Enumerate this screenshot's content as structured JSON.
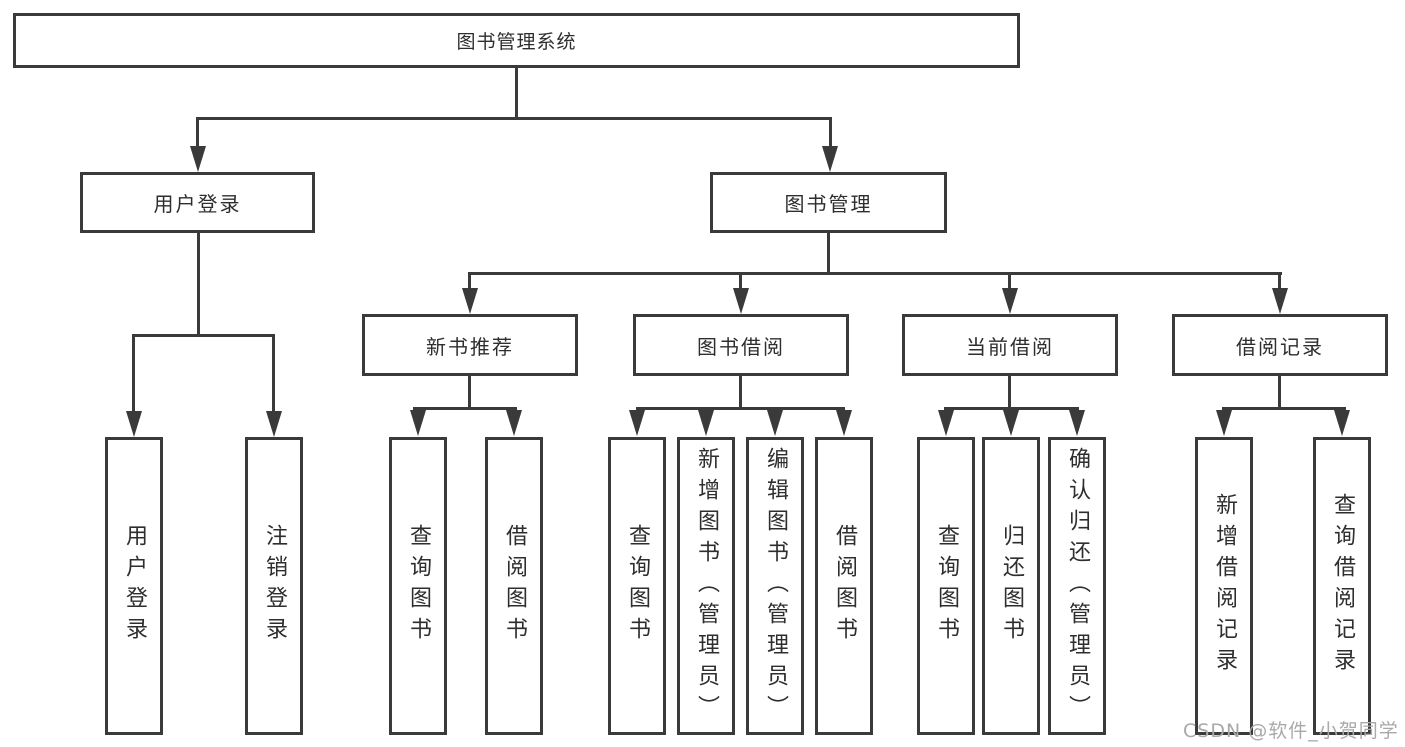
{
  "root": {
    "label": "图书管理系统"
  },
  "level2": [
    {
      "label": "用户登录"
    },
    {
      "label": "图书管理"
    }
  ],
  "level3": [
    {
      "label": "新书推荐"
    },
    {
      "label": "图书借阅"
    },
    {
      "label": "当前借阅"
    },
    {
      "label": "借阅记录"
    }
  ],
  "leaves": {
    "userLogin": [
      {
        "label": "用户登录"
      },
      {
        "label": "注销登录"
      }
    ],
    "newBooks": [
      {
        "label": "查询图书"
      },
      {
        "label": "借阅图书"
      }
    ],
    "bookBorrow": [
      {
        "label": "查询图书"
      },
      {
        "label": "新增图书（管理员）"
      },
      {
        "label": "编辑图书（管理员）"
      },
      {
        "label": "借阅图书"
      }
    ],
    "currentBorrow": [
      {
        "label": "查询图书"
      },
      {
        "label": "归还图书"
      },
      {
        "label": "确认归还（管理员）"
      }
    ],
    "borrowRecords": [
      {
        "label": "新增借阅记录"
      },
      {
        "label": "查询借阅记录"
      }
    ]
  },
  "watermark": "CSDN @软件_小贺同学",
  "colors": {
    "line": "#3a3a3a",
    "text": "#2e2e2e",
    "watermark": "#a9a9a9",
    "background": "#ffffff"
  }
}
